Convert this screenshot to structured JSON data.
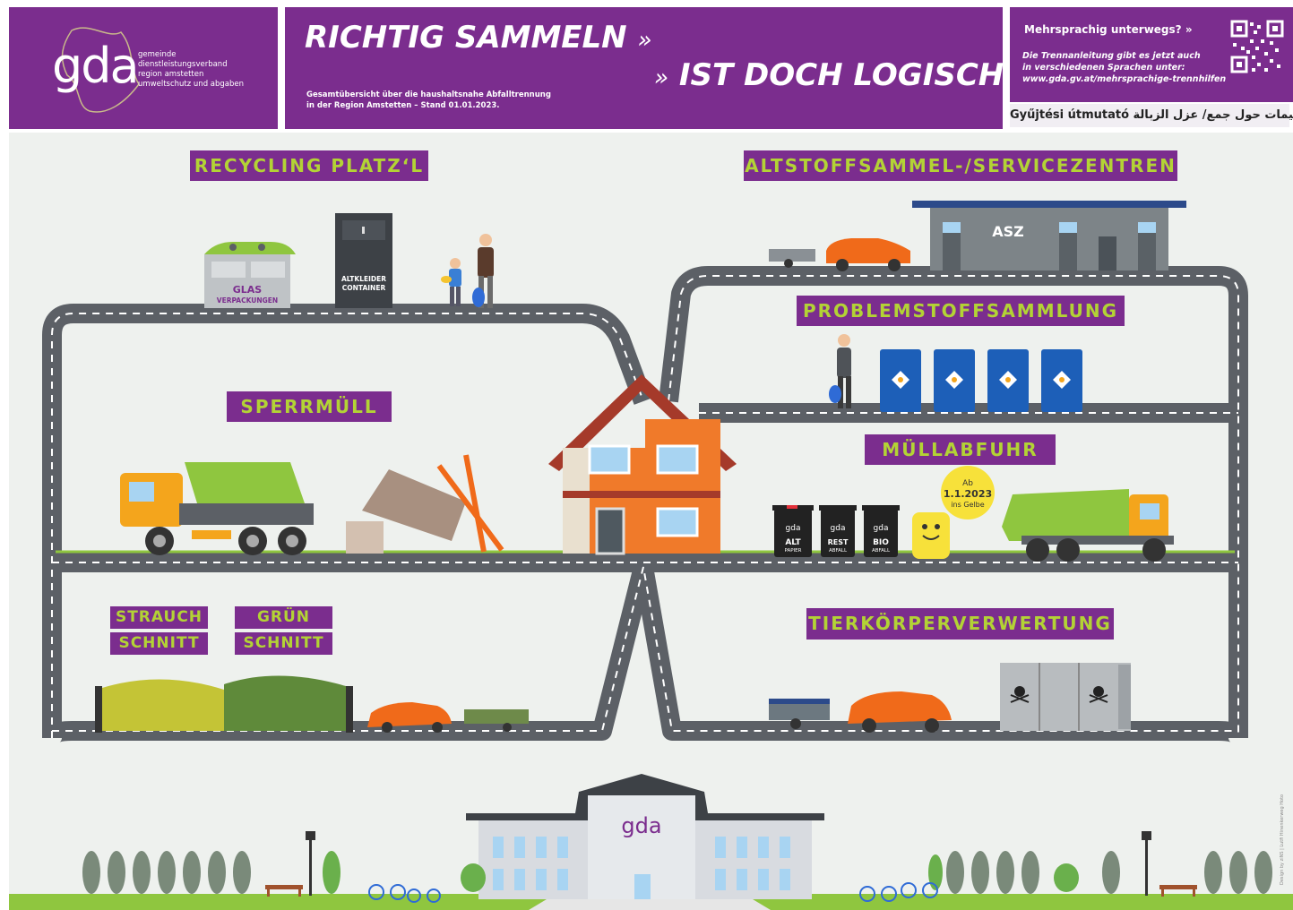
{
  "header": {
    "logo_text": "gda",
    "org_lines": [
      "gemeinde",
      "dienstleistungsverband",
      "region amstetten",
      "umweltschutz und abgaben"
    ],
    "title_left": "RICHTIG SAMMELN",
    "title_right": "IST DOCH LOGISCH!",
    "subtitle_line1": "Gesamtübersicht über die haushaltsnahe Abfalltrennung",
    "subtitle_line2": "in der Region Amstetten – Stand 01.01.2023.",
    "multilang_title": "Mehrsprachig unterwegs?",
    "multilang_line1": "Die Trennanleitung gibt es jetzt auch",
    "multilang_line2": "in verschiedenen Sprachen unter:",
    "multilang_url": "www.gda.gv.at/mehrsprachige-trennhilfen",
    "multilang_strip": "Gyűjtési útmutató تعليمات حول جمع/ عزل الزبالة"
  },
  "sections": {
    "recycling": "RECYCLING PLATZ‘L",
    "asz_centers": "ALTSTOFFSAMMEL-/SERVICEZENTREN",
    "problemstoff": "PROBLEMSTOFFSAMMLUNG",
    "sperrmuell": "SPERRMÜLL",
    "muellabfuhr": "MÜLLABFUHR",
    "strauch_1": "STRAUCH",
    "strauch_2": "SCHNITT",
    "gruen_1": "GRÜN",
    "gruen_2": "SCHNITT",
    "tierkoerper": "TIERKÖRPERVERWERTUNG"
  },
  "illustration": {
    "glas_1": "GLAS",
    "glas_2": "VERPACKUNGEN",
    "altkleider_1": "ALTKLEIDER",
    "altkleider_2": "CONTAINER",
    "asz_sign": "ASZ",
    "bin_brand": "gda",
    "bin_alt_1": "ALT",
    "bin_alt_2": "PAPIER",
    "bin_rest_1": "REST",
    "bin_rest_2": "ABFALL",
    "bin_bio_1": "BIO",
    "bin_bio_2": "ABFALL",
    "badge_1": "Ab",
    "badge_2": "1.1.2023",
    "badge_3": "ins Gelbe",
    "building_logo": "gda",
    "credit": "Design by ziNS | Lutfi Hinenkerweg Hoto"
  },
  "colors": {
    "purple": "#7b2d8e",
    "green_label": "#b3d335",
    "road": "#5c6066",
    "sky": "#eef1ee",
    "grass": "#8fc63f"
  }
}
